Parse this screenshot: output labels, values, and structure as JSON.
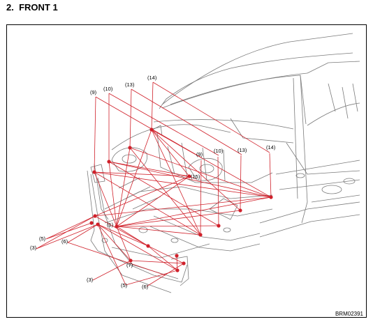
{
  "heading": "2.  FRONT 1",
  "figure_code": "BRM02391",
  "colors": {
    "callout_line": "#d0202a",
    "callout_point": "#d0202a",
    "body_outline": "#7a7a7a",
    "frame": "#000000"
  },
  "callout_labels": {
    "l14a": "(14)",
    "l13a": "(13)",
    "l10a": "(10)",
    "l9a": "(9)",
    "l9b": "(9)",
    "l10b": "(10)",
    "l13b": "(13)",
    "l14b": "(14)",
    "l15": "(15)",
    "l1": "(1)",
    "l5a": "(5)",
    "l3a": "(3)",
    "l6a": "(6)",
    "l7": "(7)",
    "l3b": "(3)",
    "l5b": "(5)",
    "l6b": "(6)"
  }
}
